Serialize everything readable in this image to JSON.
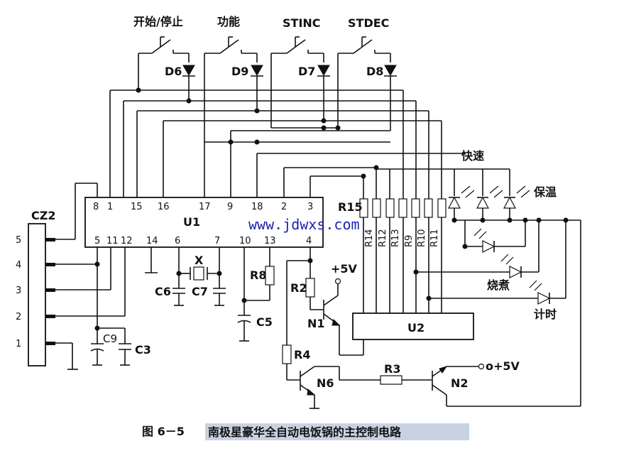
{
  "switches": [
    "开始/停止",
    "功能",
    "STINC",
    "STDEC"
  ],
  "switch_diodes": [
    "D6",
    "D9",
    "D7",
    "D8"
  ],
  "u1": {
    "name": "U1",
    "top_pins": [
      "8",
      "1",
      "15",
      "16",
      "17",
      "9",
      "18",
      "2",
      "3"
    ],
    "bottom_pins": [
      "5",
      "11",
      "12",
      "14",
      "6",
      "7",
      "10",
      "13",
      "4"
    ]
  },
  "u2": {
    "name": "U2"
  },
  "connector": {
    "name": "CZ2",
    "pins": [
      "5",
      "4",
      "3",
      "2",
      "1"
    ]
  },
  "crystal": "X",
  "capacitors": {
    "c6": "C6",
    "c7": "C7",
    "c5": "C5",
    "c9": "C9",
    "c3": "C3"
  },
  "resistors": {
    "r8": "R8",
    "r2": "R2",
    "r4": "R4",
    "r3": "R3",
    "r15": "R15",
    "array": [
      "R14",
      "R12",
      "R13",
      "R9",
      "R10",
      "R11"
    ]
  },
  "transistors": {
    "n1": "N1",
    "n6": "N6",
    "n2": "N2"
  },
  "supply": {
    "n1_supply": "+5V",
    "n2_supply": "o+5V"
  },
  "leds": {
    "fast": "快速",
    "keep_warm": "保温",
    "cook": "烧煮",
    "timer": "计时"
  },
  "watermark": "www.jdwxs.com",
  "caption": {
    "figure": "图 6－5",
    "title": "南极星豪华全自动电饭锅的主控制电路"
  },
  "colors": {
    "watermark": "#1d22b5",
    "caption_highlight": "#c9d2e2",
    "ink": "#111111"
  }
}
